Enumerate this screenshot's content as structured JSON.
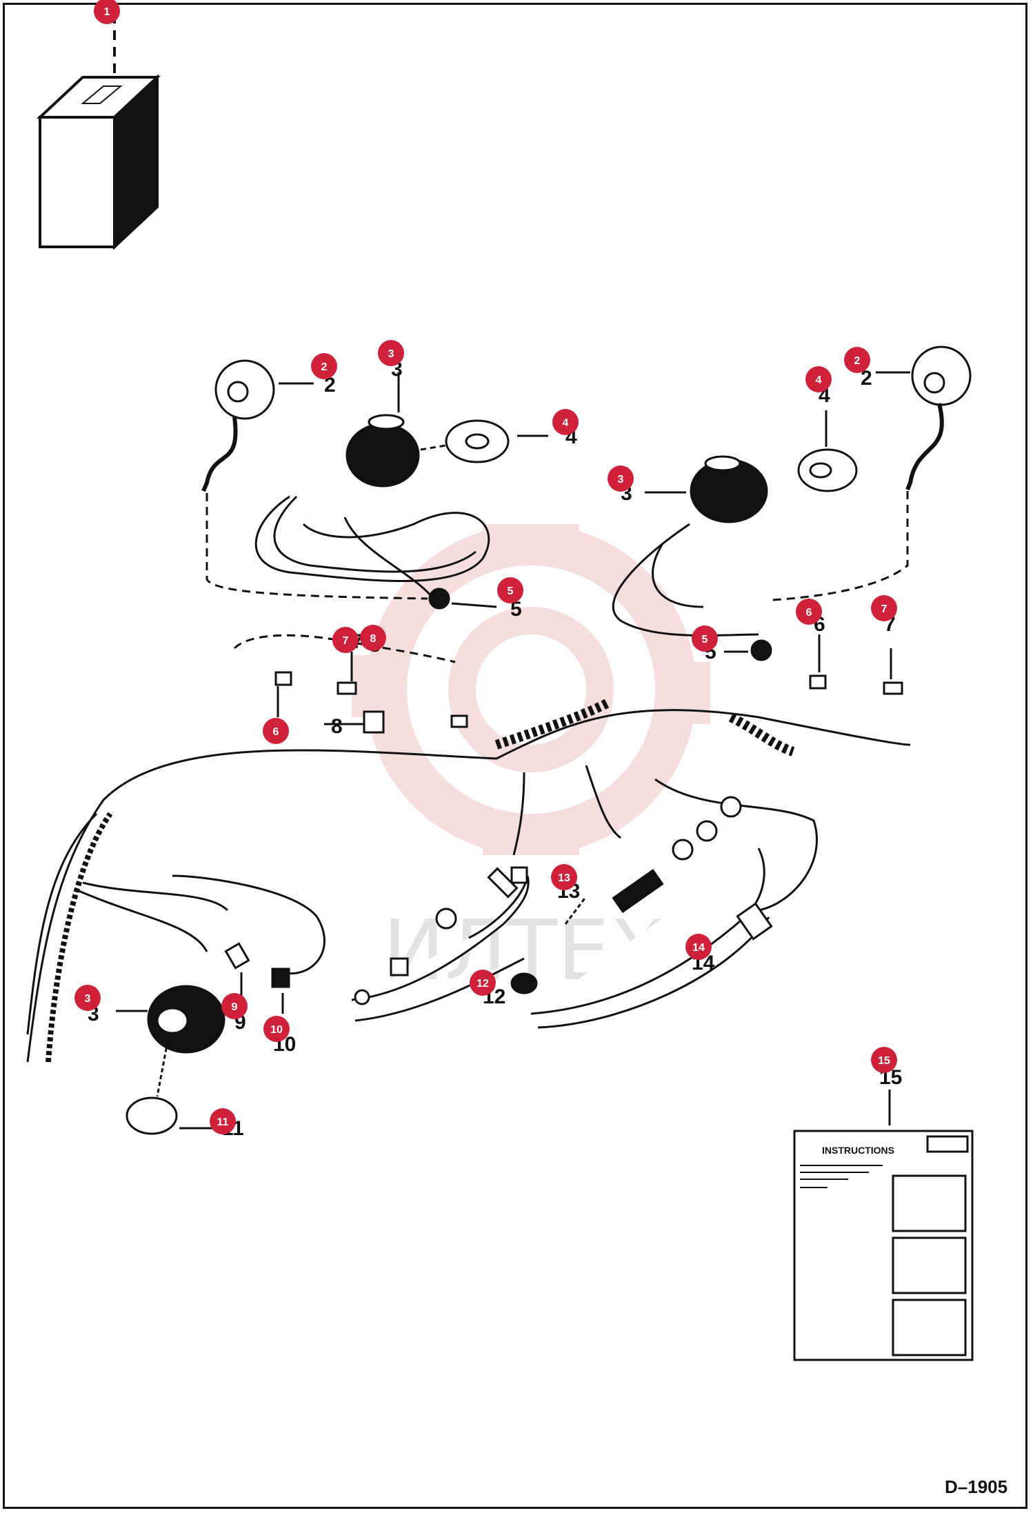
{
  "document": {
    "code": "D–1905",
    "instructions_title": "INSTRUCTIONS",
    "watermark_text": "ИЛТЕХ"
  },
  "colors": {
    "callout": "#d0213a",
    "ink": "#111111",
    "watermark": "#f2c4c4"
  },
  "callouts": [
    "1",
    "2",
    "3",
    "3",
    "2",
    "4",
    "4",
    "3",
    "5",
    "5",
    "6",
    "7",
    "8",
    "6",
    "7",
    "13",
    "12",
    "14",
    "3",
    "9",
    "10",
    "11",
    "15"
  ],
  "part_labels": [
    "2",
    "3",
    "4",
    "4",
    "2",
    "3",
    "5",
    "5",
    "6",
    "7",
    "8",
    "6",
    "7",
    "8",
    "13",
    "12",
    "14",
    "3",
    "9",
    "10",
    "11",
    "15"
  ]
}
